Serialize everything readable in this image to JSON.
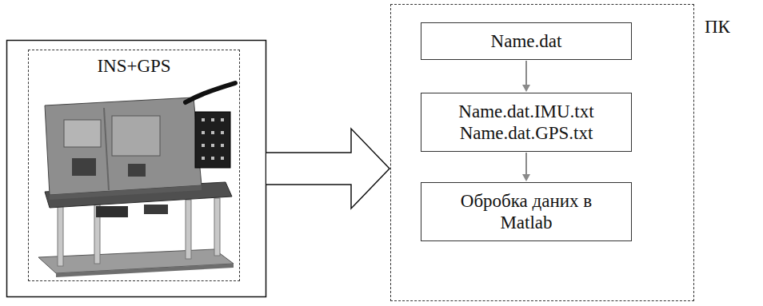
{
  "diagram": {
    "nodes": [
      {
        "text": [
          "INS+GPS"
        ]
      },
      {
        "text": [
          "ПК"
        ]
      },
      {
        "text": [
          "Name.dat"
        ],
        "in": 1
      },
      {
        "text": [
          "Name.dat.IMU.txt",
          "Name.dat.GPS.txt"
        ],
        "in": 1
      },
      {
        "text": [
          "Обробка даних в Matlab"
        ],
        "in": 1
      }
    ],
    "edges": [
      {
        "from": 0,
        "to": 1,
        "arrow": "to"
      },
      {
        "from": 2,
        "to": 3,
        "arrow": "to"
      },
      {
        "from": 3,
        "to": 4,
        "arrow": "to"
      }
    ]
  }
}
